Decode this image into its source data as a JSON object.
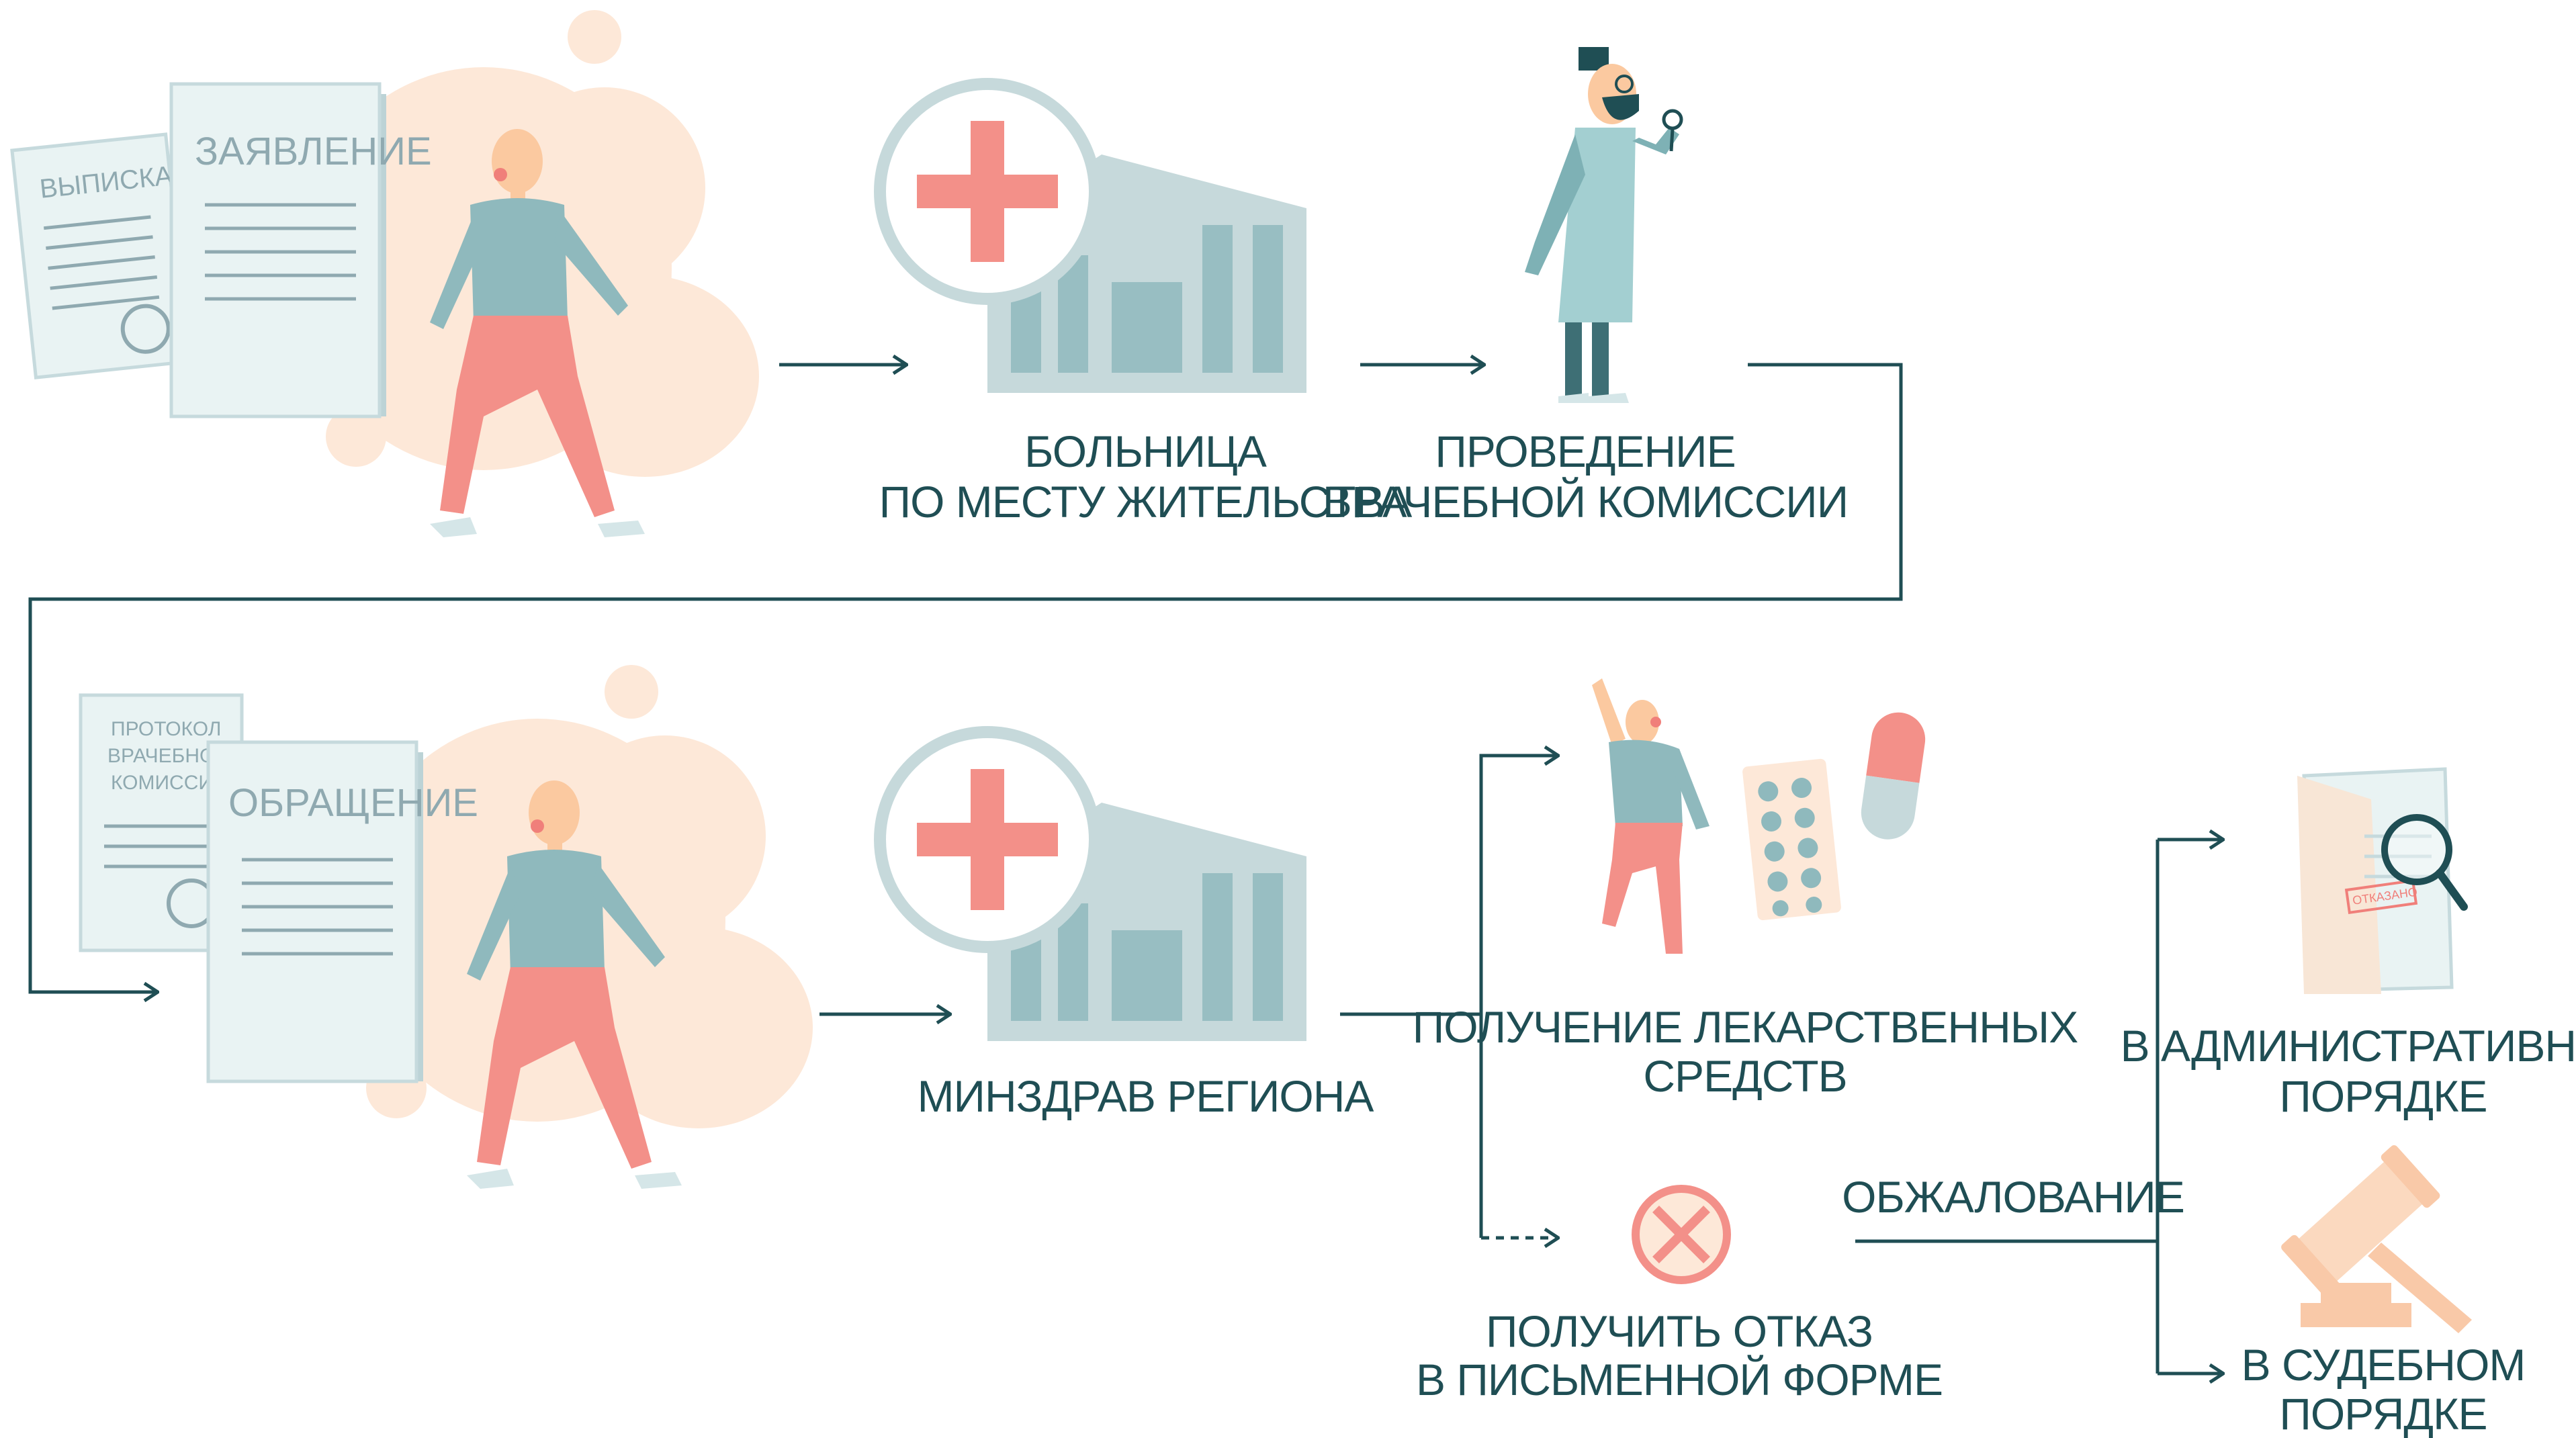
{
  "colors": {
    "line": "#1f4e54",
    "label": "#1f4e54",
    "accent_red": "#f07f7a",
    "building": "#c6d9db",
    "figure_top": "#8fb9bd",
    "figure_legs": "#f39089",
    "blob": "#fde8d8"
  },
  "documents": {
    "extract": "ВЫПИСКА",
    "application": "ЗАЯВЛЕНИЕ",
    "protocol": [
      "ПРОТОКОЛ",
      "ВРАЧЕБНОЙ",
      "КОМИССИИ"
    ],
    "appeal_doc": "ОБРАЩЕНИЕ",
    "stamp": "ОТКАЗАНО"
  },
  "steps": {
    "hospital": [
      "БОЛЬНИЦА",
      "ПО МЕСТУ ЖИТЕЛЬСТВА"
    ],
    "commission": [
      "ПРОВЕДЕНИЕ",
      "ВРАЧЕБНОЙ КОМИССИИ"
    ],
    "ministry": "МИНЗДРАВ РЕГИОНА",
    "medicines": [
      "ПОЛУЧЕНИЕ ЛЕКАРСТВЕННЫХ",
      "СРЕДСТВ"
    ],
    "refusal": [
      "ПОЛУЧИТЬ ОТКАЗ",
      "В ПИСЬМЕННОЙ ФОРМЕ"
    ],
    "appeal": "ОБЖАЛОВАНИЕ",
    "administrative": [
      "В АДМИНИСТРАТИВНОМ",
      "ПОРЯДКЕ"
    ],
    "court": [
      "В СУДЕБНОМ",
      "ПОРЯДКЕ"
    ]
  },
  "icons": {
    "person": "walking-person-icon",
    "hospital": "hospital-building-icon",
    "doctor": "doctor-icon",
    "medicine": "pills-icon",
    "refusal": "cross-circle-icon",
    "administrative": "magnifier-document-icon",
    "court": "gavel-icon"
  }
}
